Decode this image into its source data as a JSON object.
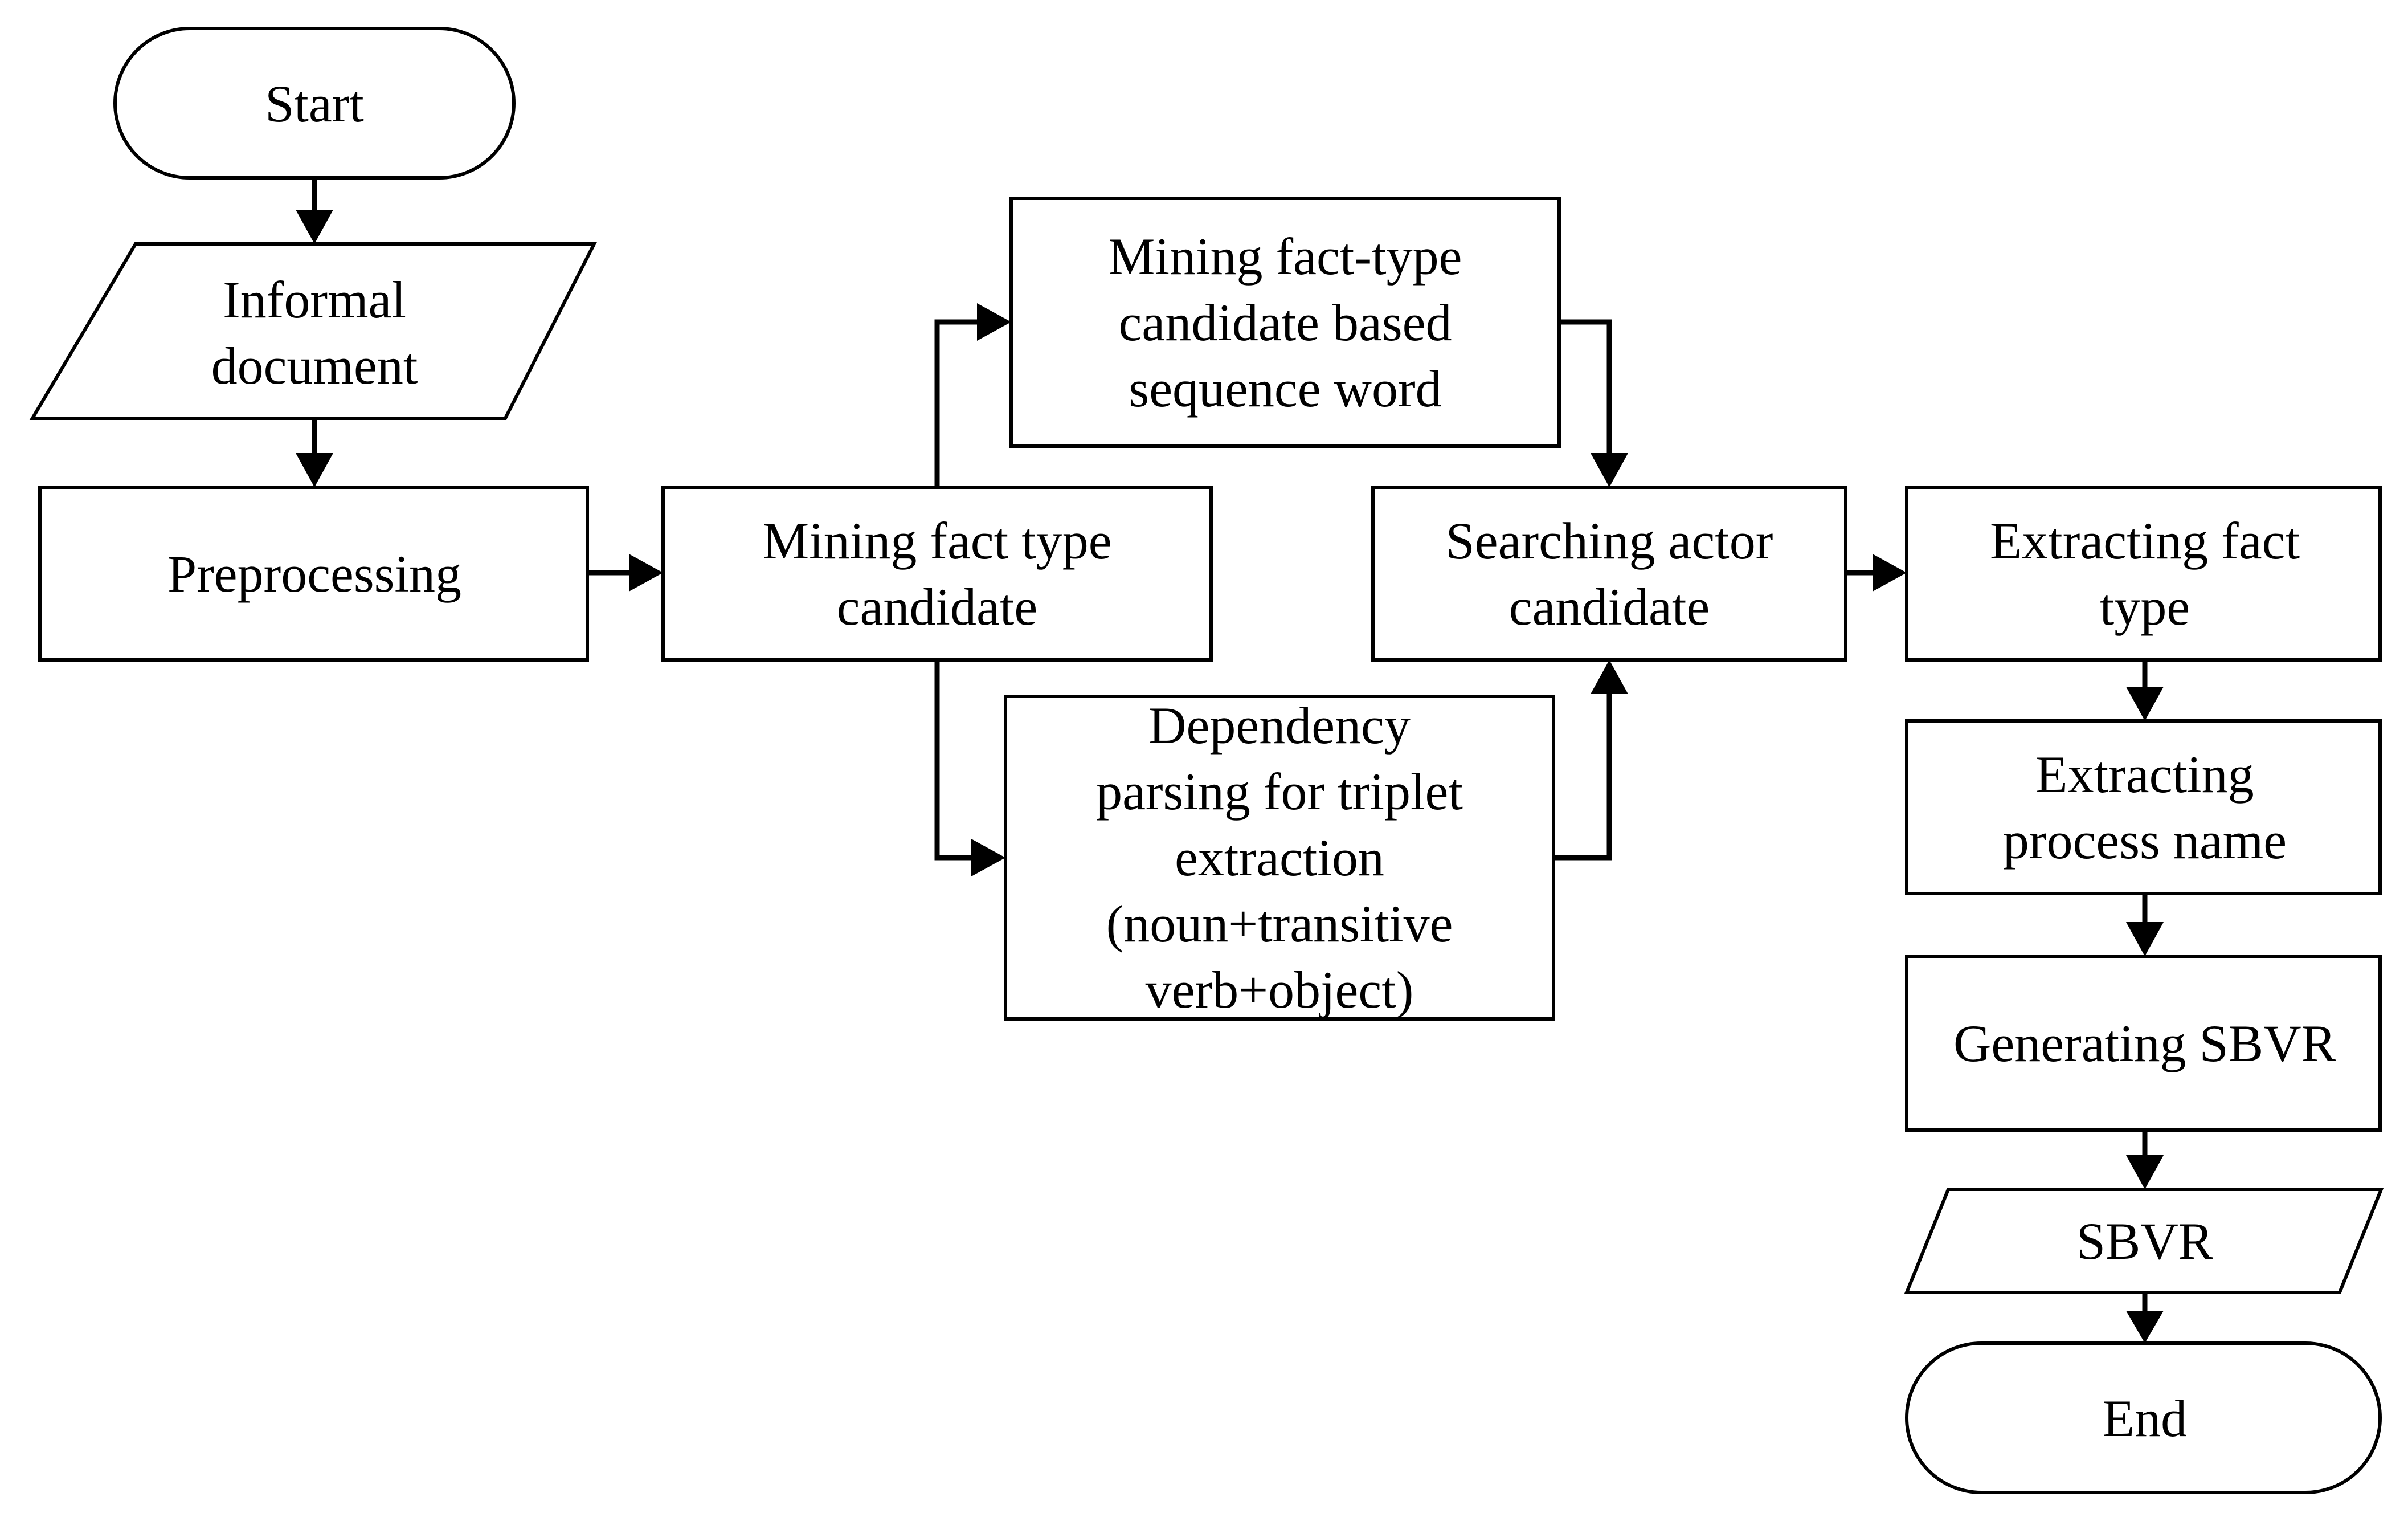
{
  "diagram": {
    "type": "flowchart",
    "colors": {
      "stroke": "#000000",
      "fill": "#ffffff",
      "text": "#000000"
    },
    "nodes": {
      "start": {
        "shape": "terminator",
        "lines": [
          "Start"
        ]
      },
      "informal_document": {
        "shape": "data",
        "lines": [
          "Informal",
          "document"
        ]
      },
      "preprocessing": {
        "shape": "process",
        "lines": [
          "Preprocessing"
        ]
      },
      "mining_fact_type_candidate": {
        "shape": "process",
        "lines": [
          "Mining fact type",
          "candidate"
        ]
      },
      "mining_fact_type_sequence": {
        "shape": "process",
        "lines": [
          "Mining fact-type",
          "candidate based",
          "sequence word"
        ]
      },
      "dependency_parsing": {
        "shape": "process",
        "lines": [
          "Dependency",
          "parsing for triplet",
          "extraction",
          "(noun+transitive",
          "verb+object)"
        ]
      },
      "searching_actor_candidate": {
        "shape": "process",
        "lines": [
          "Searching actor",
          "candidate"
        ]
      },
      "extracting_fact_type": {
        "shape": "process",
        "lines": [
          "Extracting fact",
          "type"
        ]
      },
      "extracting_process_name": {
        "shape": "process",
        "lines": [
          "Extracting",
          "process name"
        ]
      },
      "generating_sbvr": {
        "shape": "process",
        "lines": [
          "Generating SBVR"
        ]
      },
      "sbvr": {
        "shape": "data",
        "lines": [
          "SBVR"
        ]
      },
      "end": {
        "shape": "terminator",
        "lines": [
          "End"
        ]
      }
    },
    "edges": [
      {
        "from": "start",
        "to": "informal_document"
      },
      {
        "from": "informal_document",
        "to": "preprocessing"
      },
      {
        "from": "preprocessing",
        "to": "mining_fact_type_candidate"
      },
      {
        "from": "mining_fact_type_candidate",
        "to": "mining_fact_type_sequence"
      },
      {
        "from": "mining_fact_type_candidate",
        "to": "dependency_parsing"
      },
      {
        "from": "mining_fact_type_sequence",
        "to": "searching_actor_candidate"
      },
      {
        "from": "dependency_parsing",
        "to": "searching_actor_candidate"
      },
      {
        "from": "searching_actor_candidate",
        "to": "extracting_fact_type"
      },
      {
        "from": "extracting_fact_type",
        "to": "extracting_process_name"
      },
      {
        "from": "extracting_process_name",
        "to": "generating_sbvr"
      },
      {
        "from": "generating_sbvr",
        "to": "sbvr"
      },
      {
        "from": "sbvr",
        "to": "end"
      }
    ]
  }
}
